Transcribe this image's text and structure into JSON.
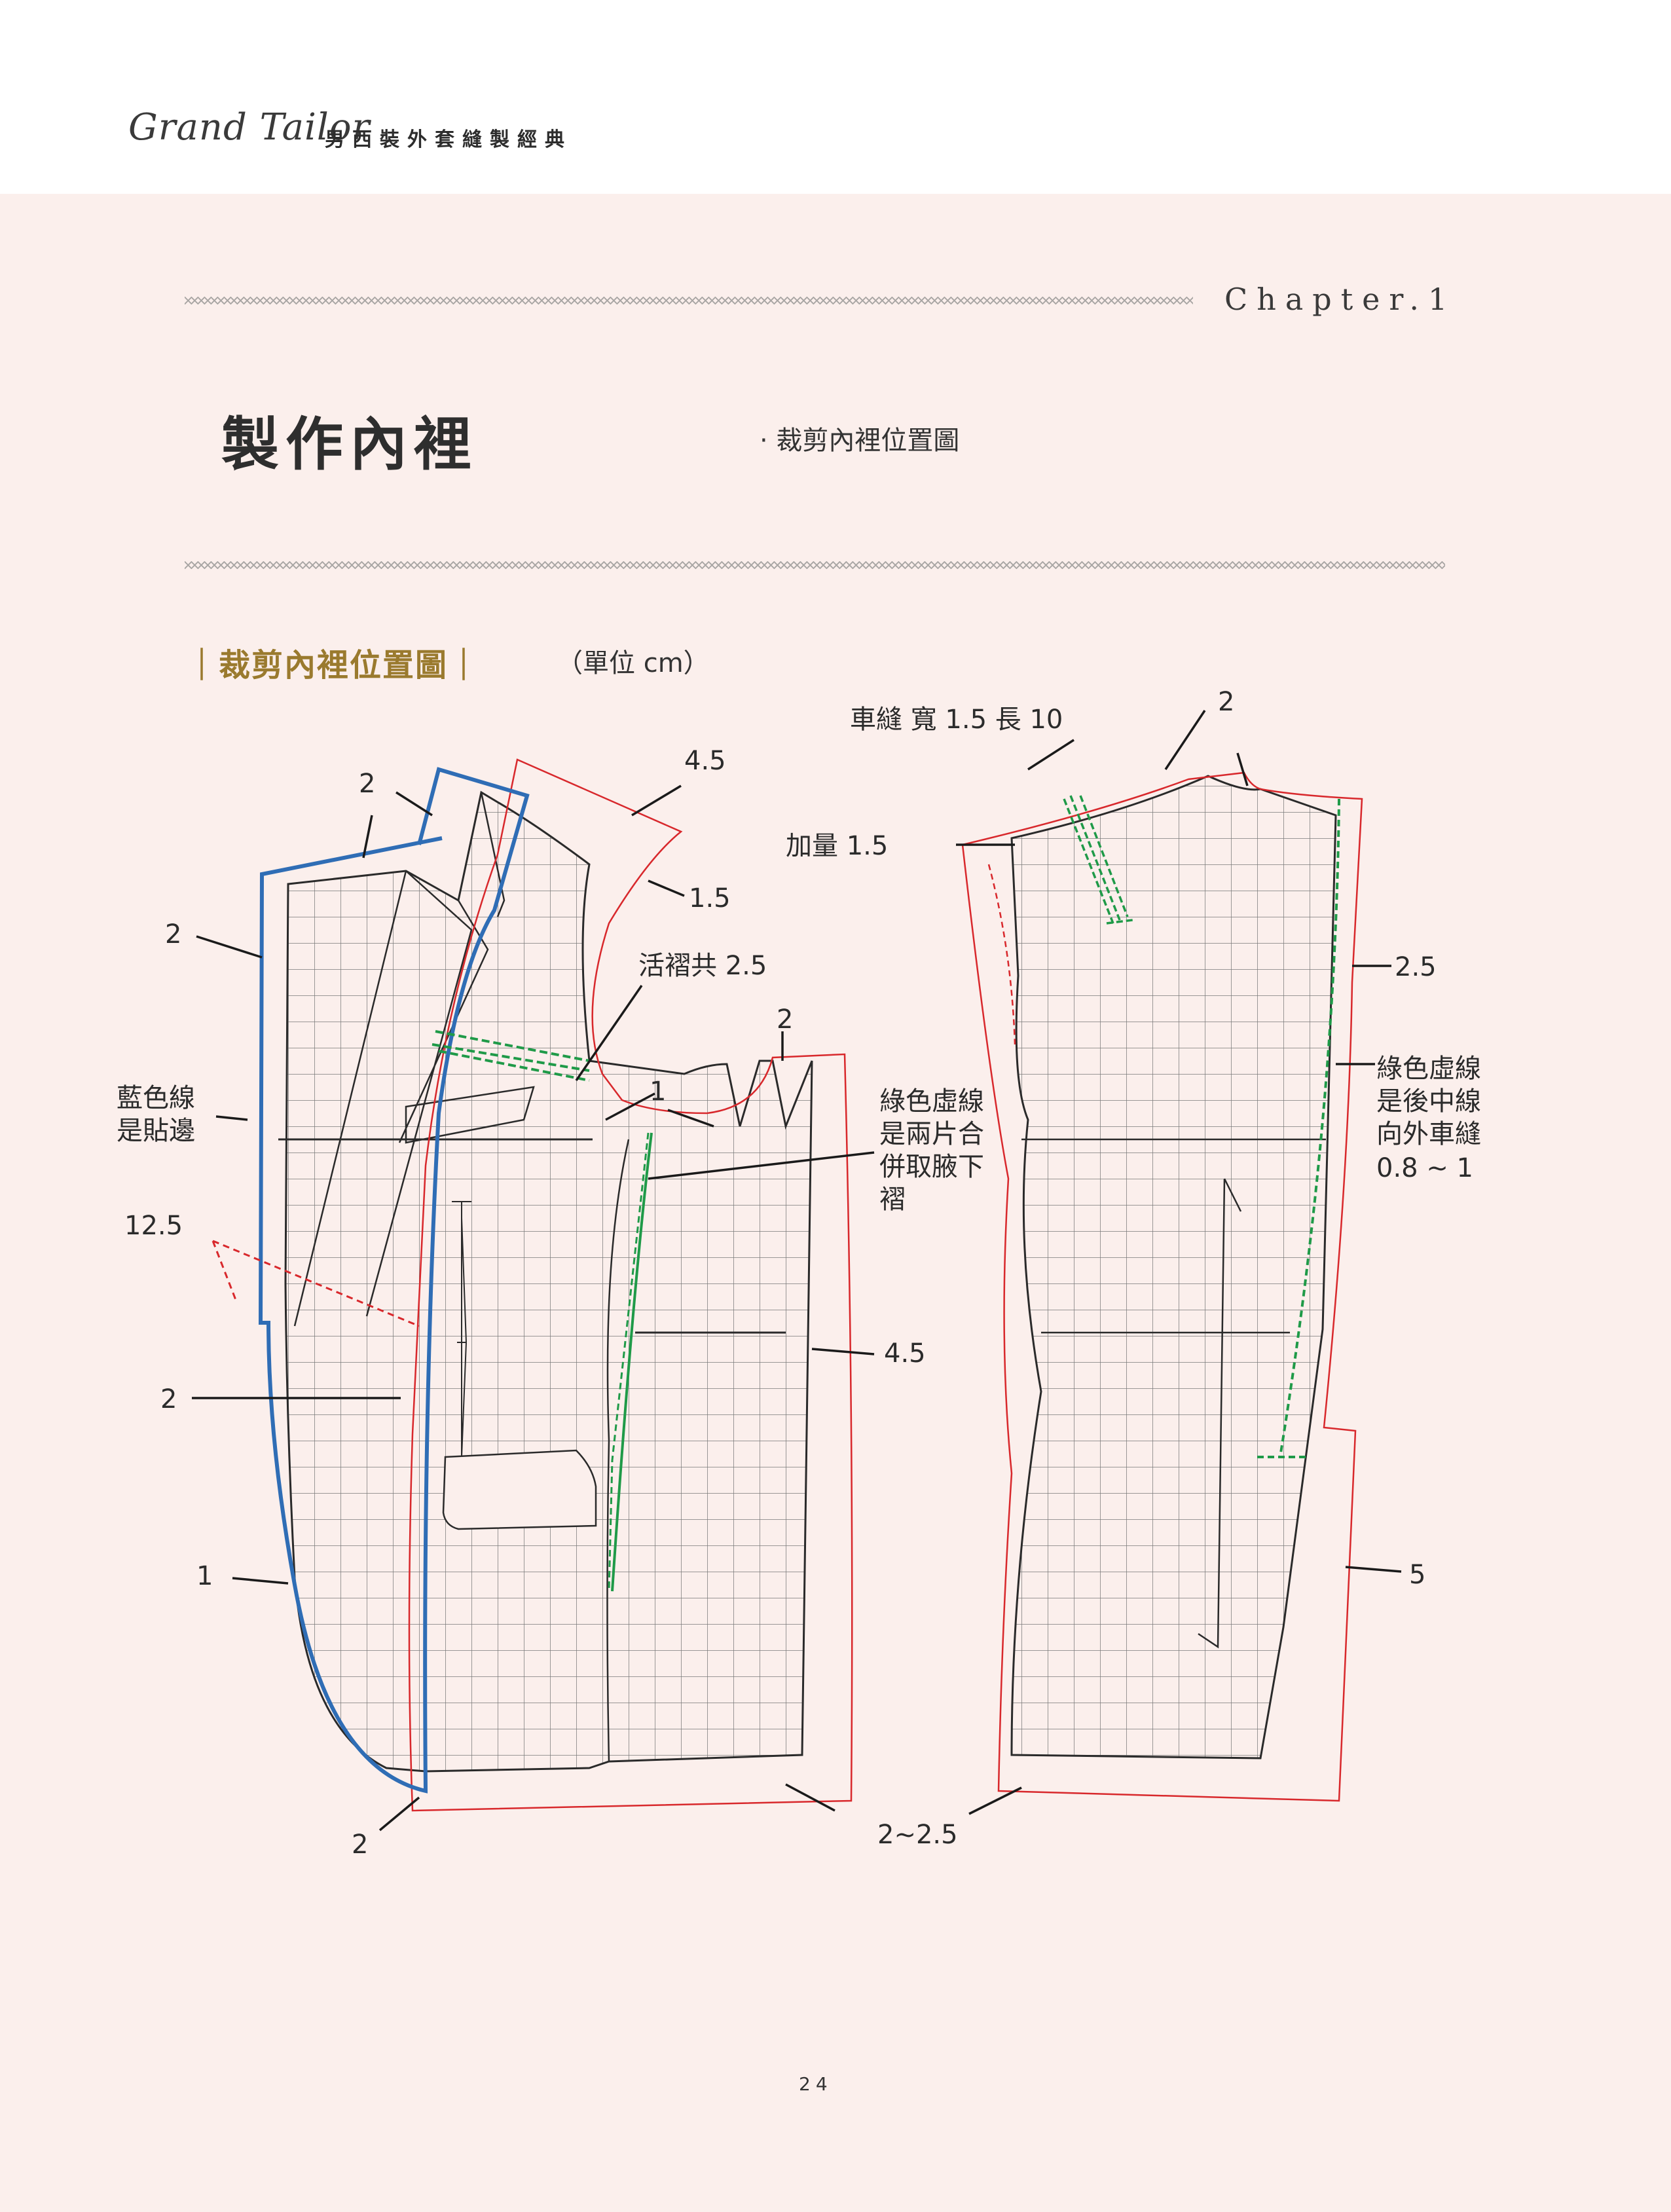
{
  "header": {
    "brand": "Grand Tailor",
    "book_title": "男西裝外套縫製經典"
  },
  "chapter": "Chapter.1",
  "section_title": "製作內裡",
  "section_subtitle": "· 裁剪內裡位置圖",
  "figure": {
    "heading": "｜裁剪內裡位置圖｜",
    "unit": "（單位 cm）",
    "labels": {
      "front_top_2": "2",
      "front_left_2": "2",
      "blue_line_note_1": "藍色線",
      "blue_line_note_2": "是貼邊",
      "front_12_5": "12.5",
      "front_2_mid": "2",
      "front_1": "1",
      "front_bottom_2": "2",
      "front_shoulder_4_5": "4.5",
      "front_armhole_1_5": "1.5",
      "pleat_note": "活褶共 2.5",
      "side_2": "2",
      "side_1": "1",
      "green_note_1": "綠色虛線",
      "green_note_2": "是兩片合",
      "green_note_3": "併取腋下",
      "green_note_4": "褶",
      "side_4_5": "4.5",
      "hem_2_2_5": "2~2.5",
      "back_stitch": "車縫  寬 1.5  長 10",
      "back_add": "加量 1.5",
      "back_top_2": "2",
      "back_2_5": "2.5",
      "back_green_note_1": "綠色虛線",
      "back_green_note_2": "是後中線",
      "back_green_note_3": "向外車縫",
      "back_green_note_4": "0.8 ~ 1",
      "back_5": "5"
    }
  },
  "colors": {
    "background": "#fbefec",
    "pattern_line": "#2a2a2a",
    "grid_line": "#6f6f6f",
    "lining_red": "#d8282c",
    "facing_blue": "#2f6db5",
    "guide_green": "#1f9a48",
    "heading_gold": "#9a7a2e"
  },
  "page_number": "24"
}
